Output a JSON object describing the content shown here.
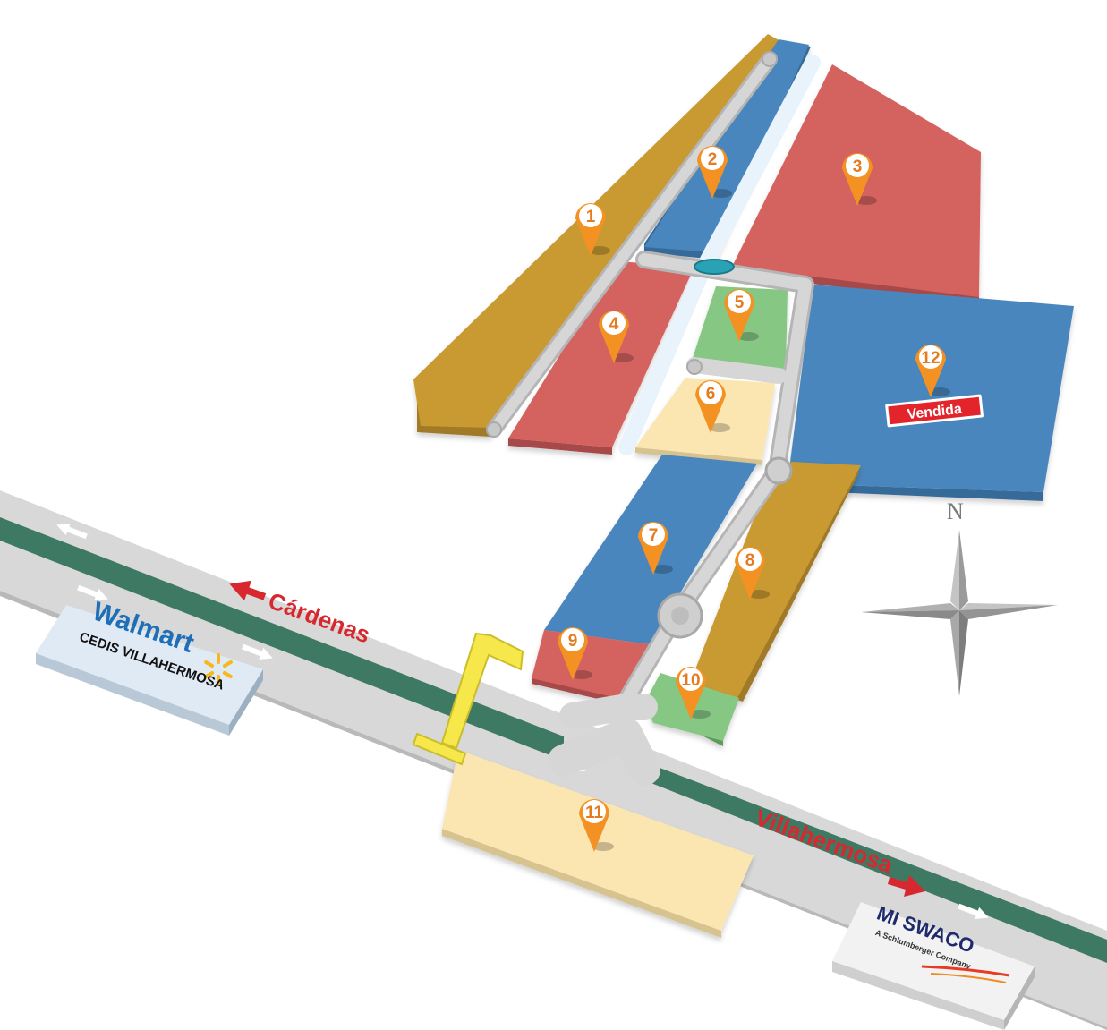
{
  "roads": {
    "cardenas": "Cárdenas",
    "villahermosa": "Villahermosa"
  },
  "signs": {
    "walmart": {
      "brand": "Walmart",
      "subtitle": "CEDIS VILLAHERMOSA"
    },
    "swaco": {
      "brand": "MI SWACO",
      "subtitle": "A Schlumberger Company"
    }
  },
  "compass": {
    "north": "N"
  },
  "lots": [
    {
      "number": "1",
      "color": "#c99a33",
      "status": ""
    },
    {
      "number": "2",
      "color": "#4a86bd",
      "status": ""
    },
    {
      "number": "3",
      "color": "#d46461",
      "status": ""
    },
    {
      "number": "4",
      "color": "#d46461",
      "status": ""
    },
    {
      "number": "5",
      "color": "#86c784",
      "status": ""
    },
    {
      "number": "6",
      "color": "#fbe6b2",
      "status": ""
    },
    {
      "number": "7",
      "color": "#4a86bd",
      "status": ""
    },
    {
      "number": "8",
      "color": "#c99a33",
      "status": ""
    },
    {
      "number": "9",
      "color": "#d46461",
      "status": ""
    },
    {
      "number": "10",
      "color": "#86c784",
      "status": ""
    },
    {
      "number": "11",
      "color": "#fbe6b2",
      "status": ""
    },
    {
      "number": "12",
      "color": "#4a86bd",
      "status": "Vendida"
    }
  ],
  "colors": {
    "pin": "#f39223",
    "sold_badge": "#e3242b",
    "road": "#d9d9d9",
    "median": "#3e7a63",
    "arrow_red": "#d7282f"
  }
}
